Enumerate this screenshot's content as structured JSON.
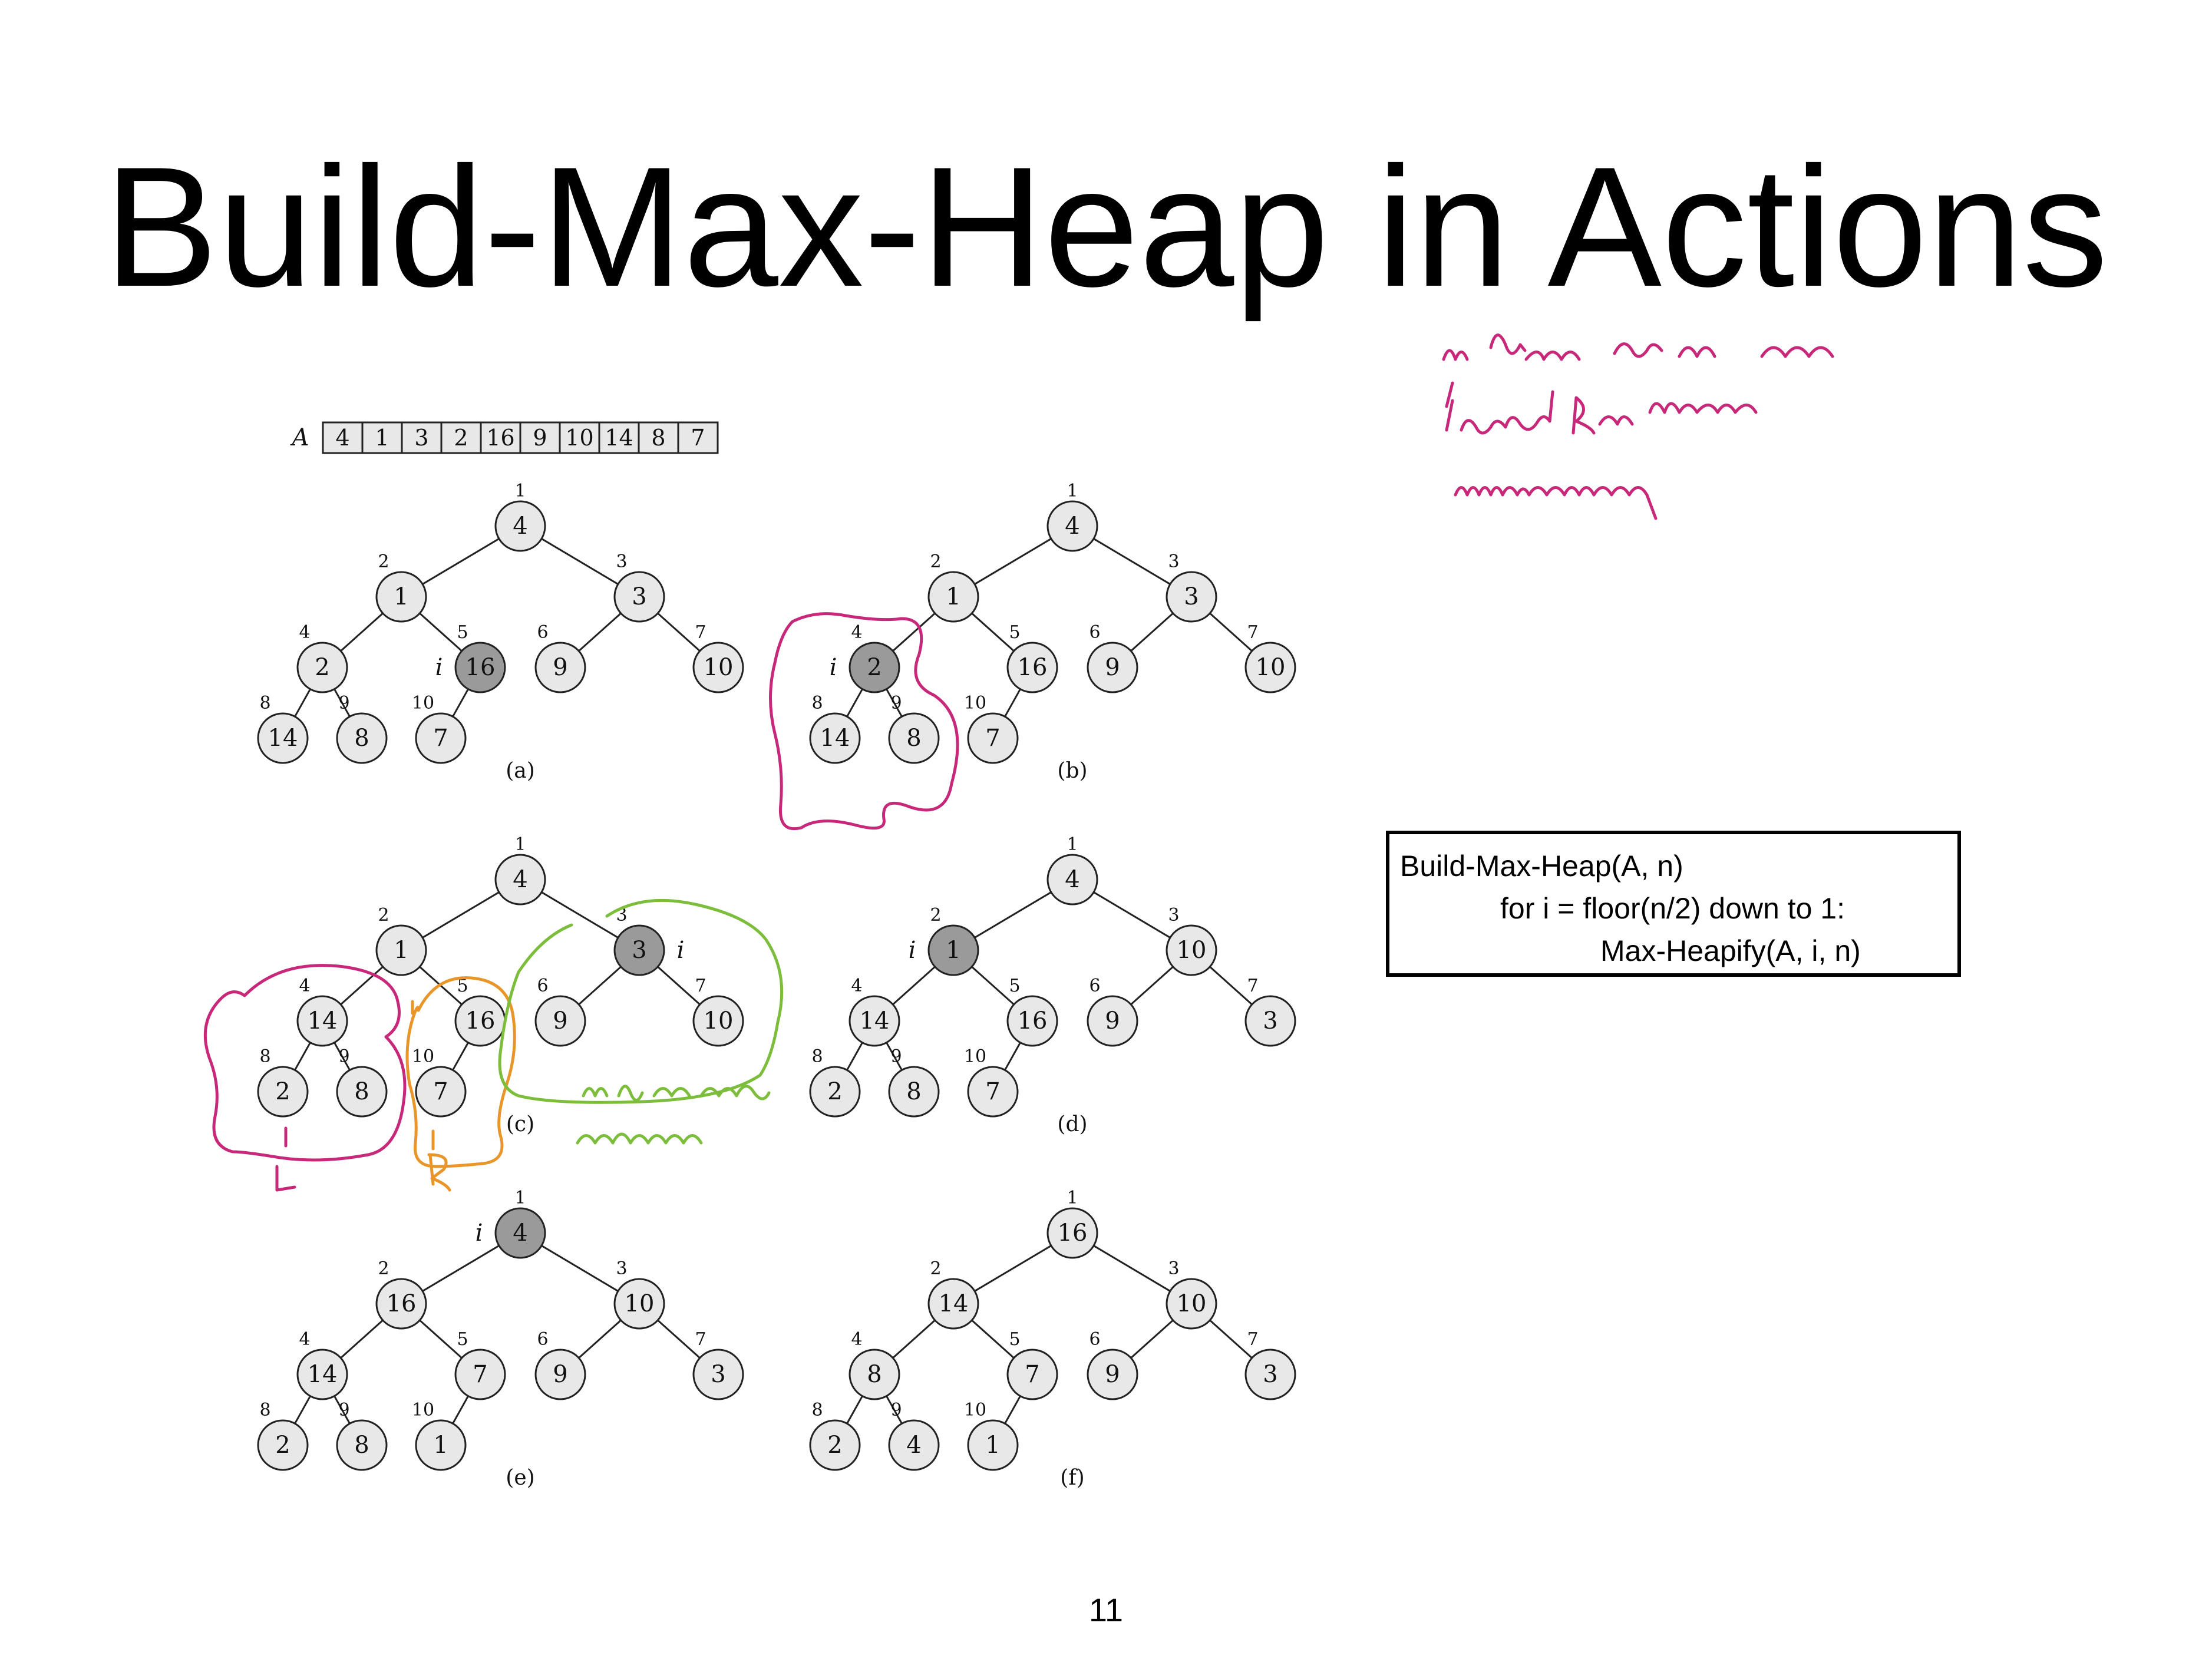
{
  "slide": {
    "title": "Build-Max-Heap in Actions",
    "page_number": "11"
  },
  "array": {
    "label": "A",
    "values": [
      "4",
      "1",
      "3",
      "2",
      "16",
      "9",
      "10",
      "14",
      "8",
      "7"
    ]
  },
  "panels": [
    {
      "caption": "(a)",
      "values": [
        "4",
        "1",
        "3",
        "2",
        "16",
        "9",
        "10",
        "14",
        "8",
        "7"
      ],
      "highlight": 5
    },
    {
      "caption": "(b)",
      "values": [
        "4",
        "1",
        "3",
        "2",
        "16",
        "9",
        "10",
        "14",
        "8",
        "7"
      ],
      "highlight": 4
    },
    {
      "caption": "(c)",
      "values": [
        "4",
        "1",
        "3",
        "14",
        "16",
        "9",
        "10",
        "2",
        "8",
        "7"
      ],
      "highlight": 3
    },
    {
      "caption": "(d)",
      "values": [
        "4",
        "1",
        "10",
        "14",
        "16",
        "9",
        "3",
        "2",
        "8",
        "7"
      ],
      "highlight": 2
    },
    {
      "caption": "(e)",
      "values": [
        "4",
        "16",
        "10",
        "14",
        "7",
        "9",
        "3",
        "2",
        "8",
        "1"
      ],
      "highlight": 1
    },
    {
      "caption": "(f)",
      "values": [
        "16",
        "14",
        "10",
        "8",
        "7",
        "9",
        "3",
        "2",
        "4",
        "1"
      ],
      "highlight": 0
    }
  ],
  "node_index_labels": [
    "1",
    "2",
    "3",
    "4",
    "5",
    "6",
    "7",
    "8",
    "9",
    "10"
  ],
  "pointer_label": "i",
  "pseudocode": {
    "lines": [
      "Build-Max-Heap(A, n)",
      "for i = floor(n/2) down to 1:",
      "Max-Heapify(A, i, n)"
    ]
  },
  "annotations": {
    "ink_colors": {
      "magenta": "#c8287a",
      "orange": "#e8962a",
      "green": "#7cbd3c"
    },
    "handwritten_labels": {
      "left_subtree": "L",
      "right_subtree": "R"
    }
  }
}
